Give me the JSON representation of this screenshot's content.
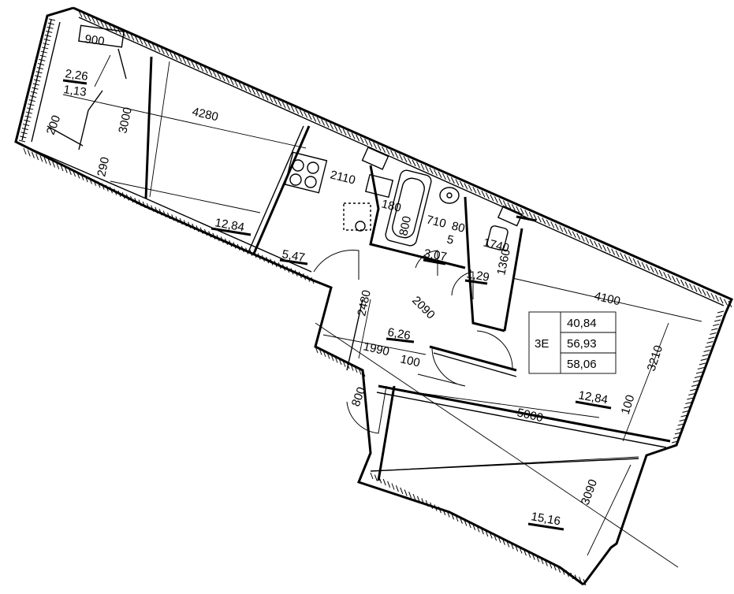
{
  "dimensions": {
    "d900": "900",
    "d4280": "4280",
    "d3000": "3000",
    "d200": "200",
    "d290": "290",
    "d2110": "2110",
    "d180": "180",
    "d710": "710",
    "d80": "80",
    "d800": "800",
    "d5": "5",
    "d1740": "1740",
    "d1360": "1360",
    "d4100": "4100",
    "d2480": "2480",
    "d2090": "2090",
    "d1990": "1990",
    "d100a": "100",
    "d800b": "800",
    "d5000": "5000",
    "d3210": "3210",
    "d100b": "100",
    "d3090": "3090"
  },
  "room_areas": {
    "balcony_a": "2,26",
    "balcony_b": "1,13",
    "room_left": "12,84",
    "kitchen": "5,47",
    "bath": "3,07",
    "wc": "1,29",
    "hall": "6,26",
    "room_right": "12,84",
    "room_bottom": "15,16"
  },
  "summary": {
    "apartment_type": "3E",
    "living_area": "40,84",
    "total_area": "56,93",
    "total_with_balcony": "58,06"
  }
}
